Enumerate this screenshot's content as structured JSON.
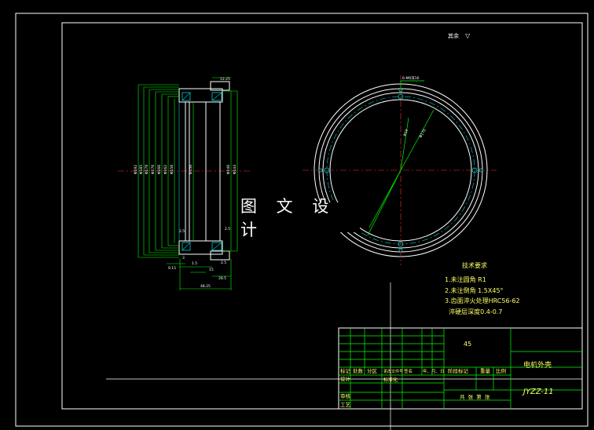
{
  "drawing": {
    "corner_mark": "其余",
    "corner_mark_symbol": "▽",
    "watermark": "图 文 设 计",
    "colors": {
      "background": "#000000",
      "frame": "#ffffff",
      "outline": "#ffffff",
      "dimension": "#00ff00",
      "centerline": "#ff2d2d",
      "hidden": "#00cccc",
      "text": "#ffffff",
      "table_text": "#ffff66",
      "table_lines": "#00ff00"
    },
    "section_view": {
      "dimensions": [
        "Φ192",
        "Φ185",
        "Φ178",
        "Φ176",
        "Φ166",
        "Φ162",
        "Φ158",
        "Φ156",
        "Φ146",
        "Φ144"
      ],
      "small_dims": [
        "12.25",
        "3",
        "1.5",
        "9.15",
        "2.5",
        "15",
        "28.5",
        "48.25",
        "2.5",
        "2.5"
      ]
    },
    "circle_view": {
      "labels": [
        "6-M6深16",
        "Φ10",
        "Φ170"
      ]
    },
    "tech_requirements": {
      "title": "技术要求",
      "items": [
        "1.未注圆角 R1",
        "2.未注倒角 1.5X45°",
        "3.齿面淬火处理HRC56-62",
        "  淬硬层深度0.4-0.7"
      ]
    },
    "title_block": {
      "material": "45",
      "part_name": "电机外壳",
      "drawing_no": "JYZZ-11",
      "row_labels": [
        "标记",
        "处数",
        "分区",
        "更改文件号",
        "签名",
        "年、月、日"
      ],
      "design_label": "设计",
      "standard_label": "标准化",
      "review_label": "审核",
      "process_label": "工艺",
      "stage_label": "阶段标记",
      "weight_label": "重量",
      "scale_label": "比例",
      "sheet_info": "共  张  第  张"
    }
  }
}
